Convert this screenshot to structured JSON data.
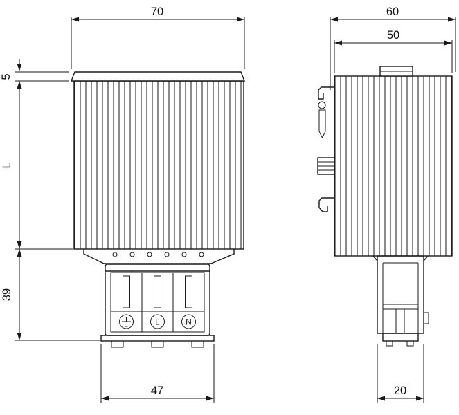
{
  "drawing": {
    "type": "technical-dimension-drawing",
    "views": {
      "left": "front-view",
      "right": "side-view"
    },
    "dims": {
      "front_width": "70",
      "cap_height": "5",
      "body_height": "L",
      "lower_height": "39",
      "terminal_width": "47",
      "overall_depth": "60",
      "body_depth": "50",
      "foot_depth": "20"
    },
    "terminals": {
      "earth": "earth-ground-symbol",
      "line": "L",
      "neutral": "N"
    },
    "colors": {
      "line": "#1a1a1a",
      "background": "#ffffff"
    }
  }
}
